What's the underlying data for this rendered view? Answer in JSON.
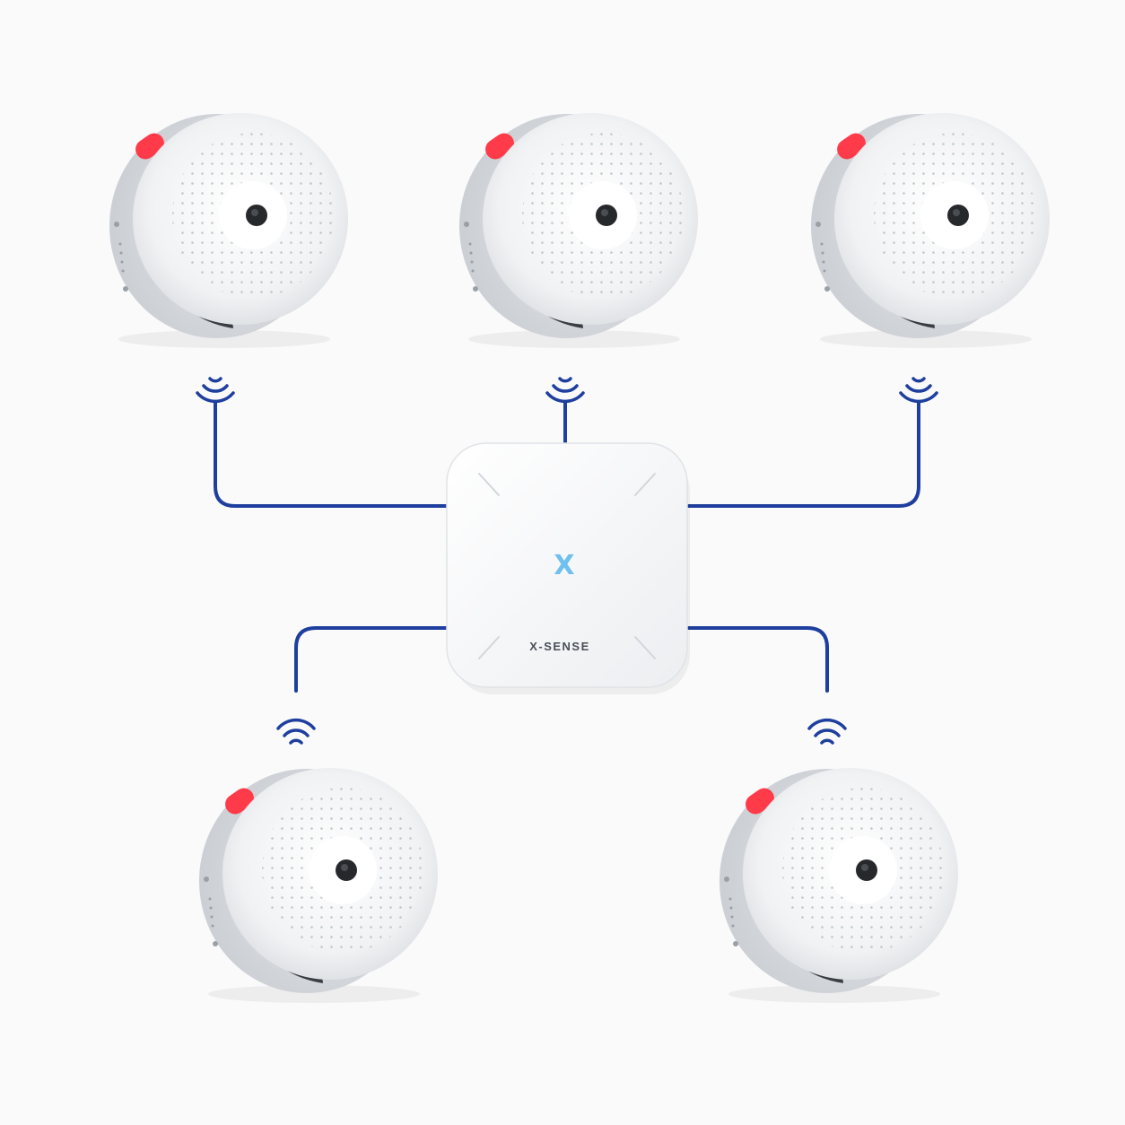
{
  "hub": {
    "brand_label": "X-SENSE",
    "logo_glyph": "X",
    "logo_color": "#6ec0ee"
  },
  "colors": {
    "connector": "#1f3f9e",
    "background": "#fafafb",
    "detector_body": "#eceef1",
    "indicator": "#ff3b4a"
  },
  "detectors": [
    {
      "id": "detector-top-left",
      "position": "top-left"
    },
    {
      "id": "detector-top-center",
      "position": "top-center"
    },
    {
      "id": "detector-top-right",
      "position": "top-right"
    },
    {
      "id": "detector-bottom-left",
      "position": "bottom-left"
    },
    {
      "id": "detector-bottom-right",
      "position": "bottom-right"
    }
  ],
  "icons": {
    "wireless": "wifi-signal-icon",
    "hub": "base-station-icon"
  }
}
